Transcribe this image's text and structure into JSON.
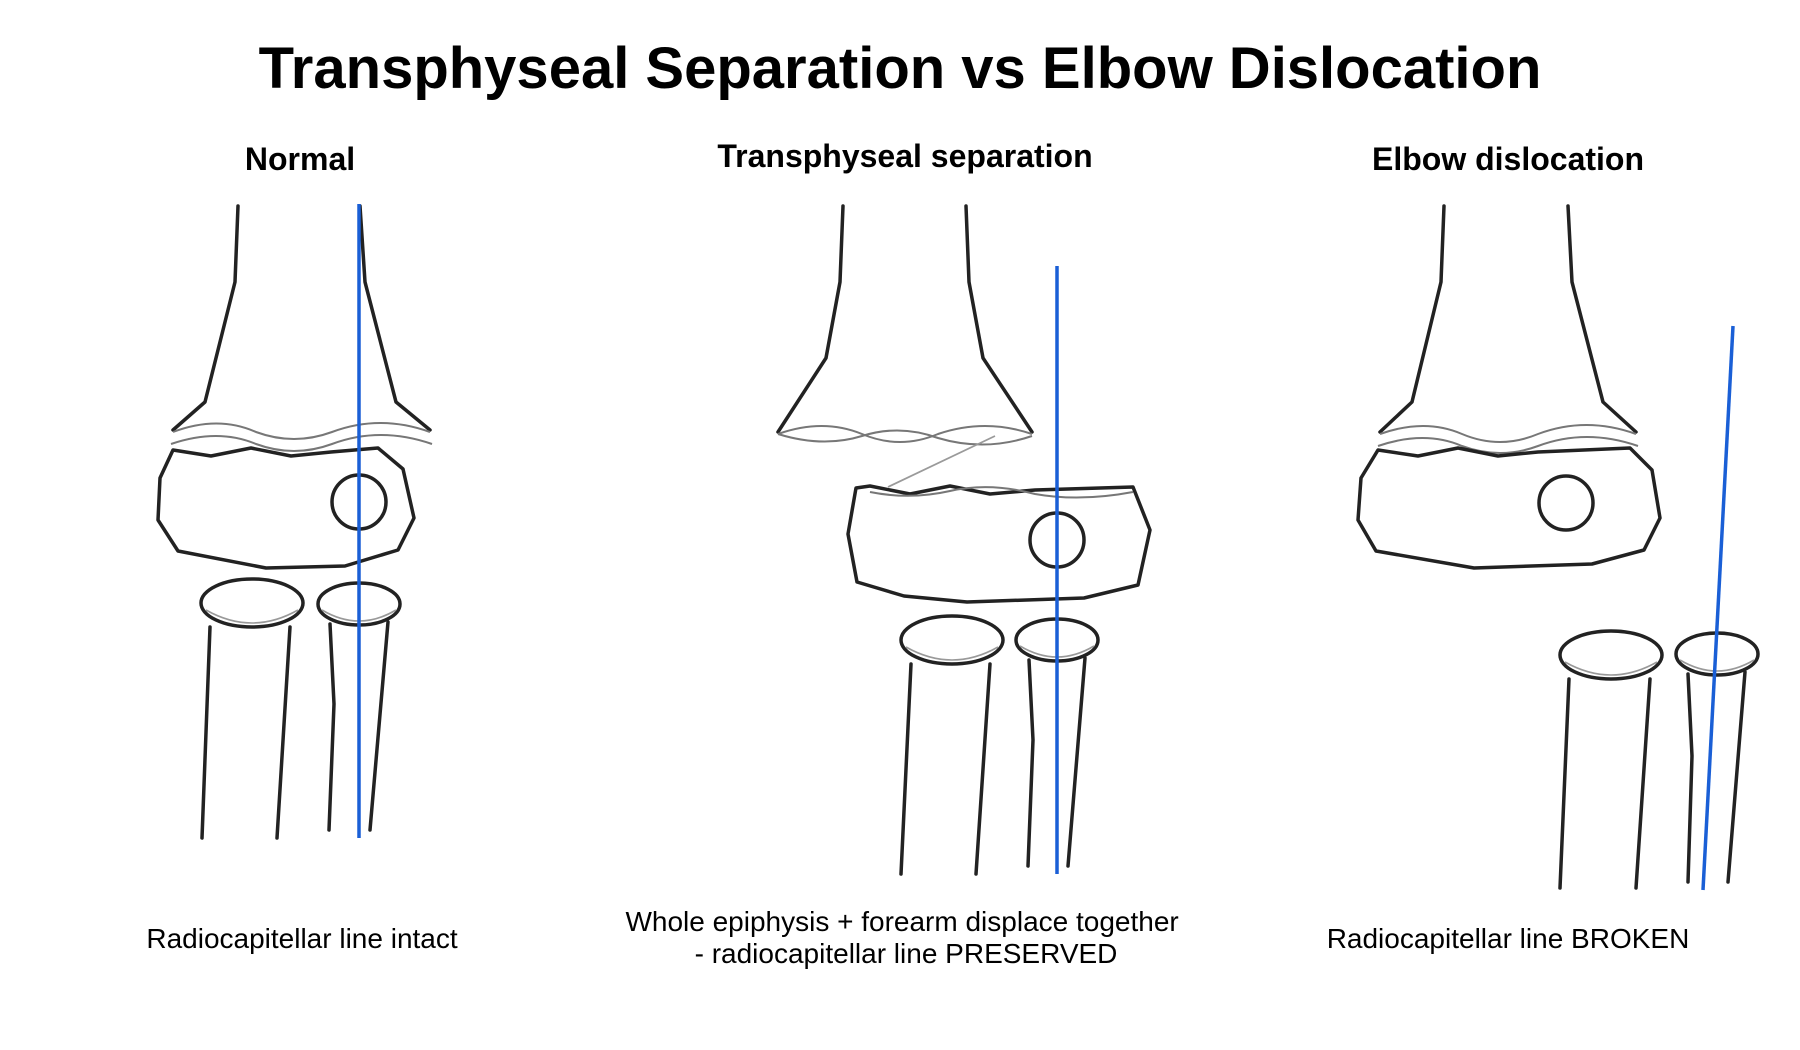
{
  "title": "Transphyseal Separation vs Elbow Dislocation",
  "colors": {
    "radiocapitellar_line": "#1a5fd6",
    "bone_outline": "#222222",
    "physis_line": "#777777"
  },
  "panels": [
    {
      "key": "normal",
      "heading": "Normal",
      "caption_lines": [
        "Radiocapitellar line intact"
      ],
      "line_status": "intact"
    },
    {
      "key": "transphyseal",
      "heading": "Transphyseal separation",
      "caption_lines": [
        "Whole epiphysis + forearm displace together",
        "- radiocapitellar line PRESERVED"
      ],
      "line_status": "preserved"
    },
    {
      "key": "dislocation",
      "heading": "Elbow dislocation",
      "caption_lines": [
        "Radiocapitellar line BROKEN"
      ],
      "line_status": "broken"
    }
  ]
}
